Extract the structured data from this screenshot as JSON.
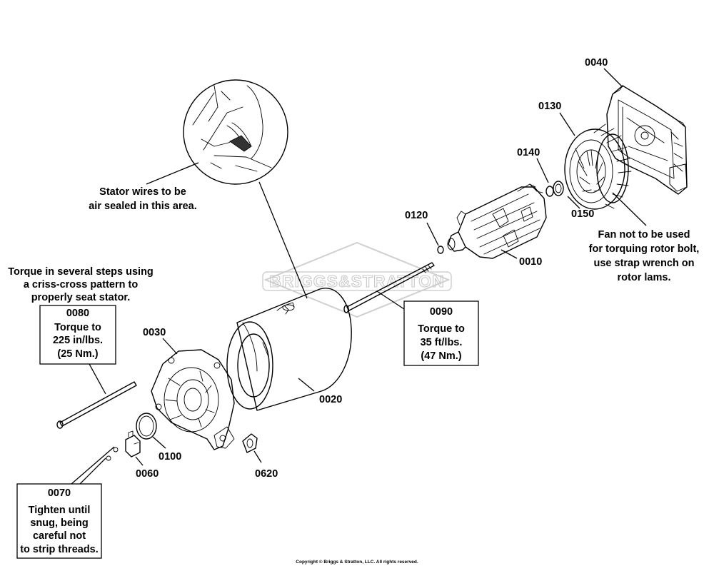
{
  "watermark": "BRIGGS&STRATTON",
  "copyright": "Copyright © Briggs & Stratton, LLC. All rights reserved.",
  "callouts": {
    "p0040": "0040",
    "p0130": "0130",
    "p0140": "0140",
    "p0150": "0150",
    "p0120": "0120",
    "p0010": "0010",
    "p0030": "0030",
    "p0020": "0020",
    "p0100": "0100",
    "p0060": "0060",
    "p0620": "0620"
  },
  "notes": {
    "stator": [
      "Stator wires to be",
      "air sealed in this area."
    ],
    "fan": [
      "Fan not to be used",
      "for torquing rotor bolt,",
      "use strap wrench on",
      "rotor lams."
    ],
    "criss_cross": [
      "Torque in several steps using",
      "a criss-cross pattern to",
      "properly seat stator."
    ]
  },
  "boxes": {
    "b0080": {
      "part": "0080",
      "lines": [
        "Torque to",
        "225 in/lbs.",
        "(25 Nm.)"
      ]
    },
    "b0090": {
      "part": "0090",
      "lines": [
        "Torque to",
        "35 ft/lbs.",
        "(47 Nm.)"
      ]
    },
    "b0070": {
      "part": "0070",
      "lines": [
        "Tighten until",
        "snug, being",
        "careful not",
        "to strip threads."
      ]
    }
  }
}
